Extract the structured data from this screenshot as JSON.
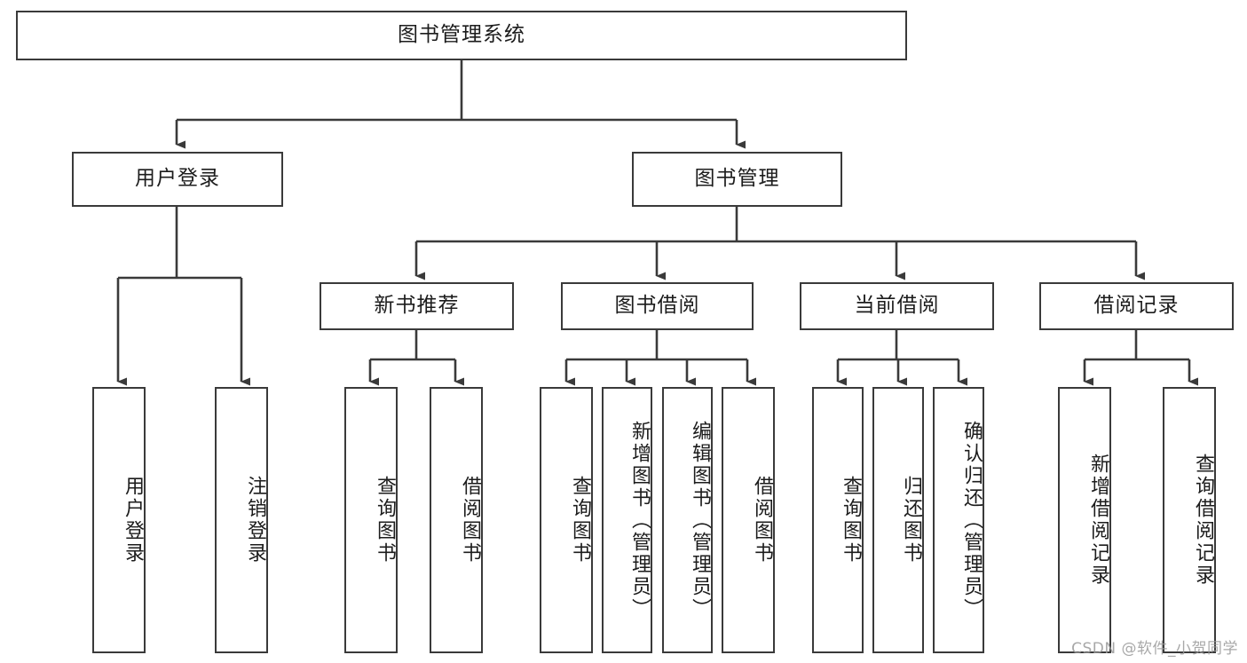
{
  "diagram": {
    "title": "图书管理系统",
    "type": "tree-hierarchy-chart",
    "colors": {
      "box_border": "#3a3a3a",
      "box_fill": "#ffffff",
      "edge": "#3a3a3a",
      "text": "#1c1c1c",
      "watermark": "#9a9a9a"
    },
    "watermark": "CSDN @软件_小贺同学",
    "nodes": {
      "root": {
        "label": "图书管理系统"
      },
      "level2": [
        {
          "id": "user-login",
          "label": "用户登录"
        },
        {
          "id": "book-manage",
          "label": "图书管理"
        }
      ],
      "level3": [
        {
          "id": "new-book-recommend",
          "label": "新书推荐"
        },
        {
          "id": "book-borrow",
          "label": "图书借阅"
        },
        {
          "id": "current-borrow",
          "label": "当前借阅"
        },
        {
          "id": "borrow-record",
          "label": "借阅记录"
        }
      ],
      "leaves": {
        "user_login": [
          {
            "id": "leaf-user-login",
            "label": "用户登录"
          },
          {
            "id": "leaf-logout-login",
            "label": "注销登录"
          }
        ],
        "new_book_recommend": [
          {
            "id": "leaf-query-book-1",
            "label": "查询图书"
          },
          {
            "id": "leaf-borrow-book-1",
            "label": "借阅图书"
          }
        ],
        "book_borrow": [
          {
            "id": "leaf-query-book-2",
            "label": "查询图书"
          },
          {
            "id": "leaf-add-book",
            "label": "新增图书（管理员）"
          },
          {
            "id": "leaf-edit-book",
            "label": "编辑图书（管理员）"
          },
          {
            "id": "leaf-borrow-book-2",
            "label": "借阅图书"
          }
        ],
        "current_borrow": [
          {
            "id": "leaf-query-book-3",
            "label": "查询图书"
          },
          {
            "id": "leaf-return-book",
            "label": "归还图书"
          },
          {
            "id": "leaf-confirm-return",
            "label": "确认归还（管理员）"
          }
        ],
        "borrow_record": [
          {
            "id": "leaf-add-record",
            "label": "新增借阅记录"
          },
          {
            "id": "leaf-query-record",
            "label": "查询借阅记录"
          }
        ]
      }
    }
  }
}
